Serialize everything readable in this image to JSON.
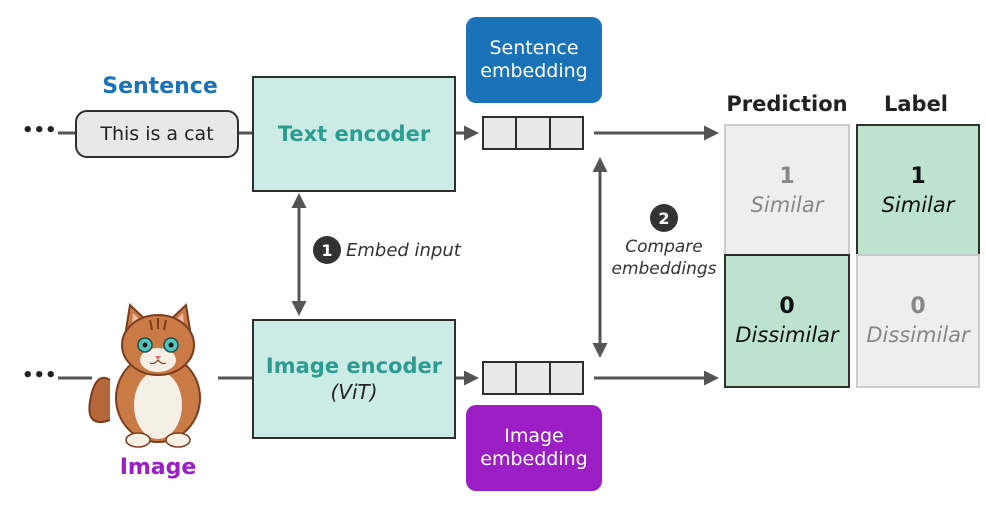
{
  "sentence": {
    "heading": "Sentence",
    "text": "This is a cat"
  },
  "image": {
    "heading": "Image"
  },
  "encoders": {
    "text": {
      "title": "Text encoder"
    },
    "image": {
      "title": "Image encoder",
      "subtitle": "(ViT)"
    }
  },
  "embeddings": {
    "sentence_label": "Sentence\nembedding",
    "image_label": "Image\nembedding"
  },
  "steps": {
    "embed": {
      "number": "1",
      "label": "Embed input"
    },
    "compare": {
      "number": "2",
      "label": "Compare\nembeddings"
    }
  },
  "table": {
    "prediction_header": "Prediction",
    "label_header": "Label",
    "prediction": [
      {
        "value": "1",
        "word": "Similar"
      },
      {
        "value": "0",
        "word": "Dissimilar"
      }
    ],
    "label": [
      {
        "value": "1",
        "word": "Similar"
      },
      {
        "value": "0",
        "word": "Dissimilar"
      }
    ]
  },
  "ellipsis": "•••",
  "colors": {
    "teal": "#2a9d8f",
    "blue": "#1a73b8",
    "purple": "#9b1fc4",
    "green_fill": "#bde3cf",
    "gray_fill": "#eeeeee",
    "encoder_fill": "#cdebe6"
  }
}
